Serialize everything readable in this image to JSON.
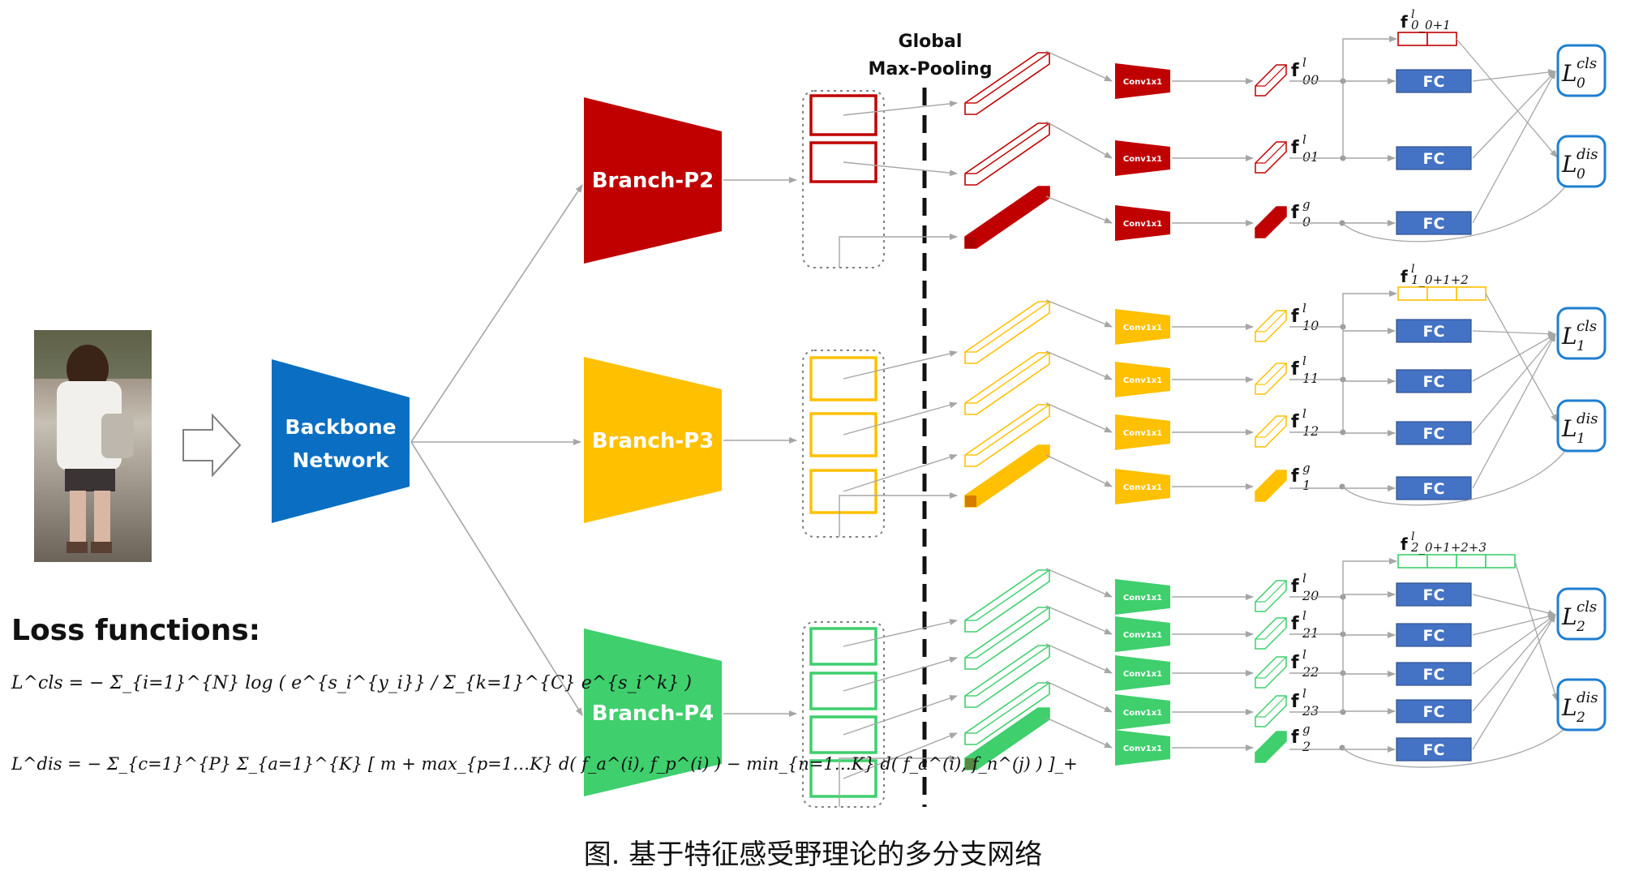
{
  "backbone": {
    "line1": "Backbone",
    "line2": "Network",
    "color": "#0a6fc2"
  },
  "branches": [
    {
      "label": "Branch-P2",
      "color": "#c00000"
    },
    {
      "label": "Branch-P3",
      "color": "#ffc000"
    },
    {
      "label": "Branch-P4",
      "color": "#3fcf6d"
    }
  ],
  "pooling_label": {
    "line1": "Global",
    "line2": "Max-Pooling"
  },
  "conv_label": "Conv1x1",
  "fc_label": "FC",
  "fc_color": "#4472c4",
  "features": {
    "group0": {
      "concat": "f",
      "concat_sup": "l",
      "concat_sub": "0_0+1",
      "items": [
        {
          "base": "f",
          "sup": "l",
          "sub": "00"
        },
        {
          "base": "f",
          "sup": "l",
          "sub": "01"
        },
        {
          "base": "f",
          "sup": "g",
          "sub": "0"
        }
      ]
    },
    "group1": {
      "concat": "f",
      "concat_sup": "l",
      "concat_sub": "1_0+1+2",
      "items": [
        {
          "base": "f",
          "sup": "l",
          "sub": "10"
        },
        {
          "base": "f",
          "sup": "l",
          "sub": "11"
        },
        {
          "base": "f",
          "sup": "l",
          "sub": "12"
        },
        {
          "base": "f",
          "sup": "g",
          "sub": "1"
        }
      ]
    },
    "group2": {
      "concat": "f",
      "concat_sup": "l",
      "concat_sub": "2_0+1+2+3",
      "items": [
        {
          "base": "f",
          "sup": "l",
          "sub": "20"
        },
        {
          "base": "f",
          "sup": "l",
          "sub": "21"
        },
        {
          "base": "f",
          "sup": "l",
          "sub": "22"
        },
        {
          "base": "f",
          "sup": "l",
          "sub": "23"
        },
        {
          "base": "f",
          "sup": "g",
          "sub": "2"
        }
      ]
    }
  },
  "losses": [
    {
      "base": "L",
      "sup": "cls",
      "sub": "0"
    },
    {
      "base": "L",
      "sup": "dis",
      "sub": "0"
    },
    {
      "base": "L",
      "sup": "cls",
      "sub": "1"
    },
    {
      "base": "L",
      "sup": "dis",
      "sub": "1"
    },
    {
      "base": "L",
      "sup": "cls",
      "sub": "2"
    },
    {
      "base": "L",
      "sup": "dis",
      "sub": "2"
    }
  ],
  "loss_title": "Loss functions:",
  "formula_cls": "L^cls = − Σ_{i=1}^{N} log ( e^{s_i^{y_i}} / Σ_{k=1}^{C} e^{s_i^k} )",
  "formula_dis": "L^dis = − Σ_{c=1}^{P} Σ_{a=1}^{K} [ m + max_{p=1…K} d( f_a^(i), f_p^(i) ) − min_{n=1…K} d( f_a^(i), f_n^(j) ) ]_+",
  "caption": "图. 基于特征感受野理论的多分支网络"
}
